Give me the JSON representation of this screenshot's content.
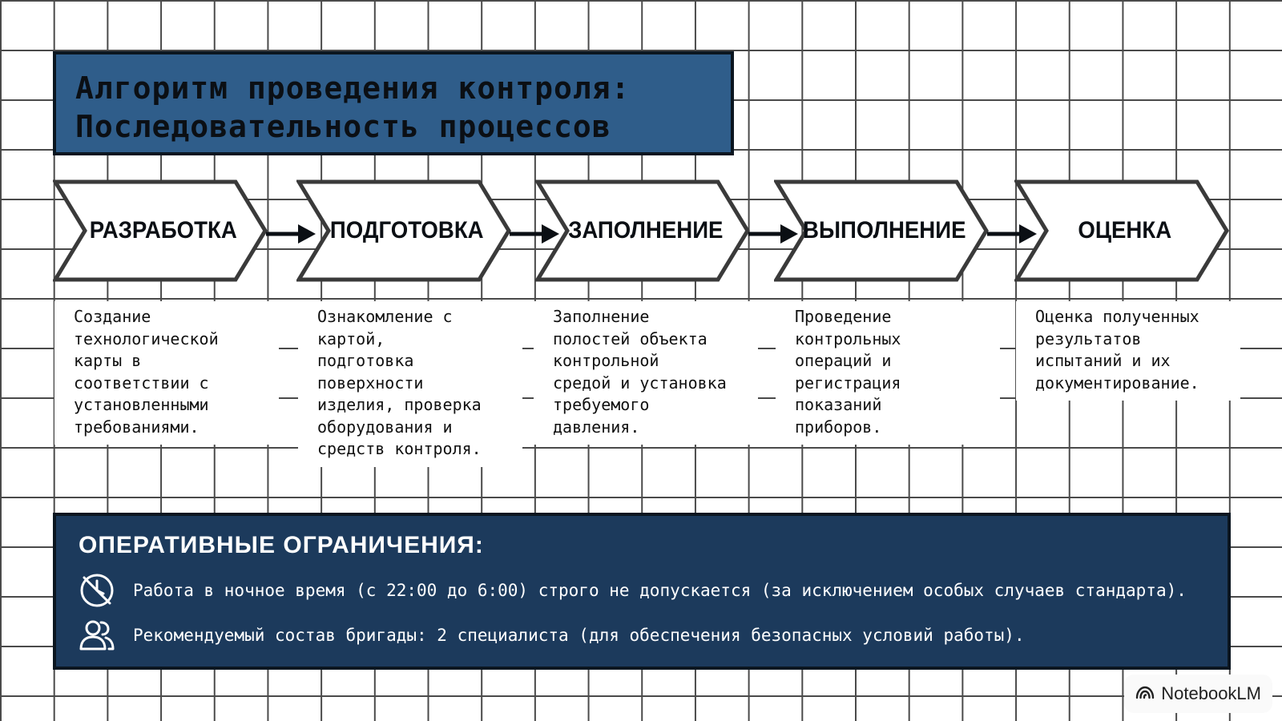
{
  "title": {
    "line1": "Алгоритм проведения контроля:",
    "line2": "Последовательность процессов"
  },
  "steps": [
    {
      "label": "РАЗРАБОТКА",
      "description": "Создание\nтехнологической\nкарты в\nсоответствии с\nустановленными\nтребованиями."
    },
    {
      "label": "ПОДГОТОВКА",
      "description": "Ознакомление с\nкартой,\nподготовка\nповерхности\nизделия, проверка\nоборудования и\nсредств контроля."
    },
    {
      "label": "ЗАПОЛНЕНИЕ",
      "description": "Заполнение\nполостей объекта\nконтрольной\nсредой и установка\nтребуемого\nдавления."
    },
    {
      "label": "ВЫПОЛНЕНИЕ",
      "description": "Проведение\nконтрольных\nопераций и\nрегистрация\nпоказаний\nприборов."
    },
    {
      "label": "ОЦЕНКА",
      "description": "Оценка полученных\nрезультатов\nиспытаний и их\nдокументирование."
    }
  ],
  "constraints": {
    "heading": "ОПЕРАТИВНЫЕ ОГРАНИЧЕНИЯ:",
    "items": [
      {
        "icon": "no-night-work-icon",
        "text": "Работа в ночное время (с 22:00 до 6:00) строго не допускается (за исключением особых случаев стандарта)."
      },
      {
        "icon": "team-icon",
        "text": "Рекомендуемый состав бригады: 2 специалиста (для обеспечения безопасных условий работы)."
      }
    ]
  },
  "watermark": {
    "label": "NotebookLM",
    "icon": "notebooklm-logo-icon"
  },
  "colors": {
    "title_bg": "#2f5d8a",
    "panel_bg": "#1c3a5c",
    "grid": "#4a4a4a",
    "outline": "#3a3a3a"
  }
}
